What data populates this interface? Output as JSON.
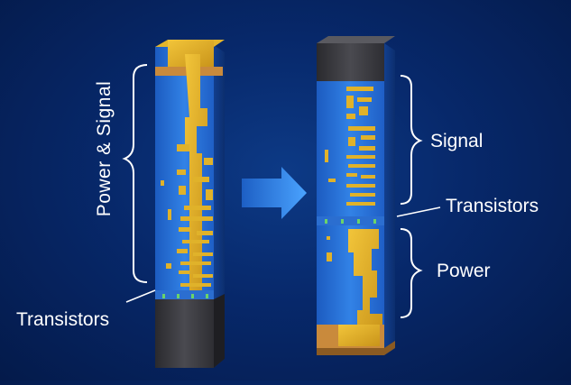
{
  "labels": {
    "left_vertical": "Power & Signal",
    "left_bottom": "Transistors",
    "right_signal": "Signal",
    "right_transistors": "Transistors",
    "right_power": "Power"
  },
  "colors": {
    "background": "#07286a",
    "pillar_blue": "#2a74d6",
    "gold": "#e0b22a",
    "silicon_gray": "#3e3e42",
    "arrow": "#3a8ce8",
    "label": "#ffffff"
  },
  "icons": {
    "arrow": "right-arrow-icon"
  }
}
